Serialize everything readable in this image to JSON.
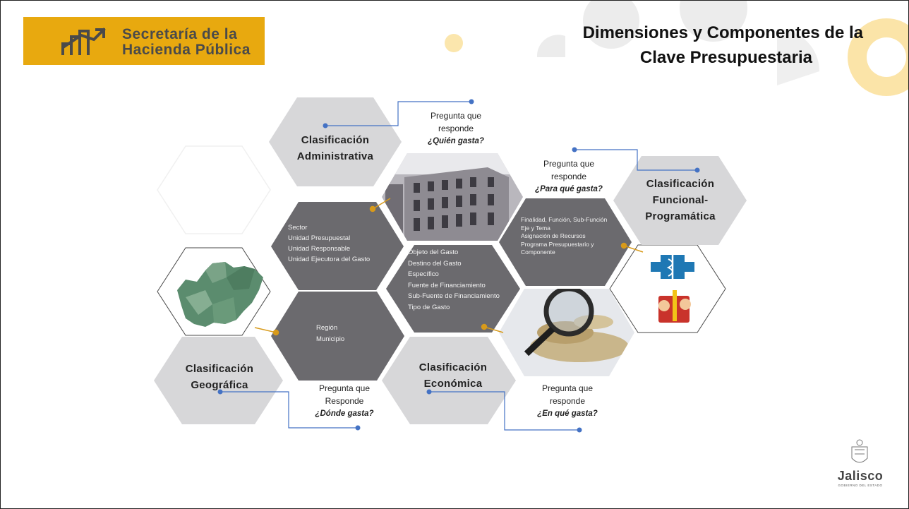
{
  "header": {
    "logo_line1": "Secretaría de la",
    "logo_line2": "Hacienda Pública",
    "title_line1": "Dimensiones y Componentes de la",
    "title_line2": "Clave Presupuestaria"
  },
  "admin": {
    "label_line1": "Clasificación",
    "label_line2": "Administrativa",
    "items": [
      "Sector",
      "Unidad Presupuestal",
      "Unidad Responsable",
      "Unidad Ejecutora del Gasto"
    ],
    "question_line1": "Pregunta que",
    "question_line2": "responde",
    "question_em": "¿Quién gasta?"
  },
  "funcional": {
    "label_line1": "Clasificación",
    "label_line2": "Funcional-",
    "label_line3": "Programática",
    "items": [
      "Finalidad, Función, Sub-Función",
      "Eje y Tema",
      "Asignación de Recursos",
      "Programa Presupuestario y",
      "Componente"
    ],
    "question_line1": "Pregunta que",
    "question_line2": "responde",
    "question_em": "¿Para qué gasta?"
  },
  "economica": {
    "label_line1": "Clasificación",
    "label_line2": "Económica",
    "items": [
      "Objeto del Gasto",
      "Destino del Gasto",
      "Específico",
      "Fuente de Financiamiento",
      "Sub-Fuente de Financiamiento",
      "Tipo de Gasto"
    ],
    "question_line1": "Pregunta que",
    "question_line2": "responde",
    "question_em": "¿En qué gasta?"
  },
  "geografica": {
    "label_line1": "Clasificación",
    "label_line2": "Geográfica",
    "items": [
      "Región",
      "Municipio"
    ],
    "question_line1": "Pregunta que",
    "question_line2": "Responde",
    "question_em": "¿Dónde gasta?"
  },
  "footer": {
    "brand": "Jalisco",
    "brand_sub": "GOBIERNO DEL ESTADO"
  },
  "colors": {
    "gold": "#e8a90f",
    "dark_hex": "#6b6a6e",
    "light_hex": "#d7d7d9",
    "connector": "#4472c4",
    "pin": "#d89a1a"
  }
}
